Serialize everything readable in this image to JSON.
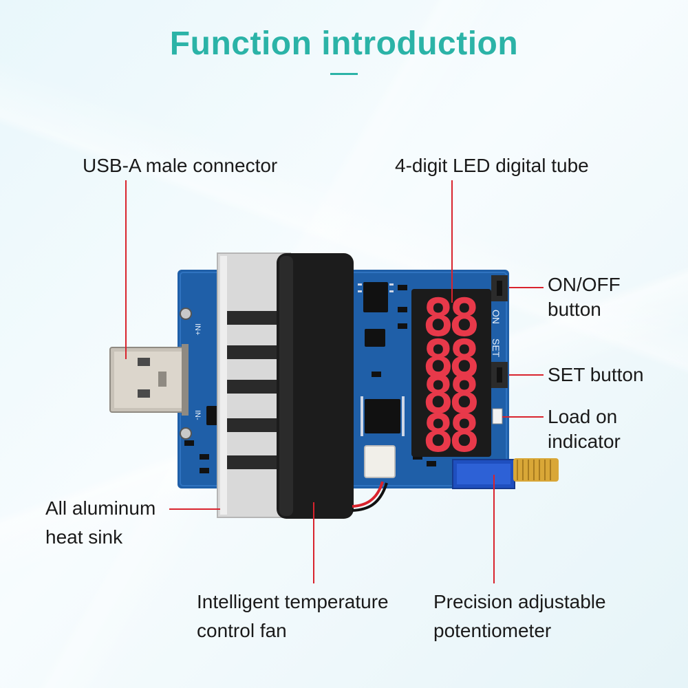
{
  "title": "Function introduction",
  "colors": {
    "title": "#2bb3a7",
    "callout_line": "#d9232d",
    "pcb": "#1f5fa8",
    "heat_sink": "#d9d9d9",
    "fan": "#1c1c1c",
    "led_digits": "#e8394a"
  },
  "board_marks": {
    "on_label": "ON",
    "set_label": "SET",
    "in_plus": "IN+",
    "in_minus": "IN-"
  },
  "callouts": {
    "usb": {
      "lines": [
        "USB-A male connector"
      ]
    },
    "led_tube": {
      "lines": [
        "4-digit LED digital tube"
      ]
    },
    "on_off": {
      "lines": [
        "ON/OFF",
        "button"
      ]
    },
    "set": {
      "lines": [
        "SET button"
      ]
    },
    "load_indicator": {
      "lines": [
        "Load on",
        "indicator"
      ]
    },
    "heat_sink": {
      "lines": [
        "All aluminum",
        "heat sink"
      ]
    },
    "fan": {
      "lines": [
        "Intelligent temperature",
        "control fan"
      ]
    },
    "potentiometer": {
      "lines": [
        "Precision adjustable",
        "potentiometer"
      ]
    }
  }
}
